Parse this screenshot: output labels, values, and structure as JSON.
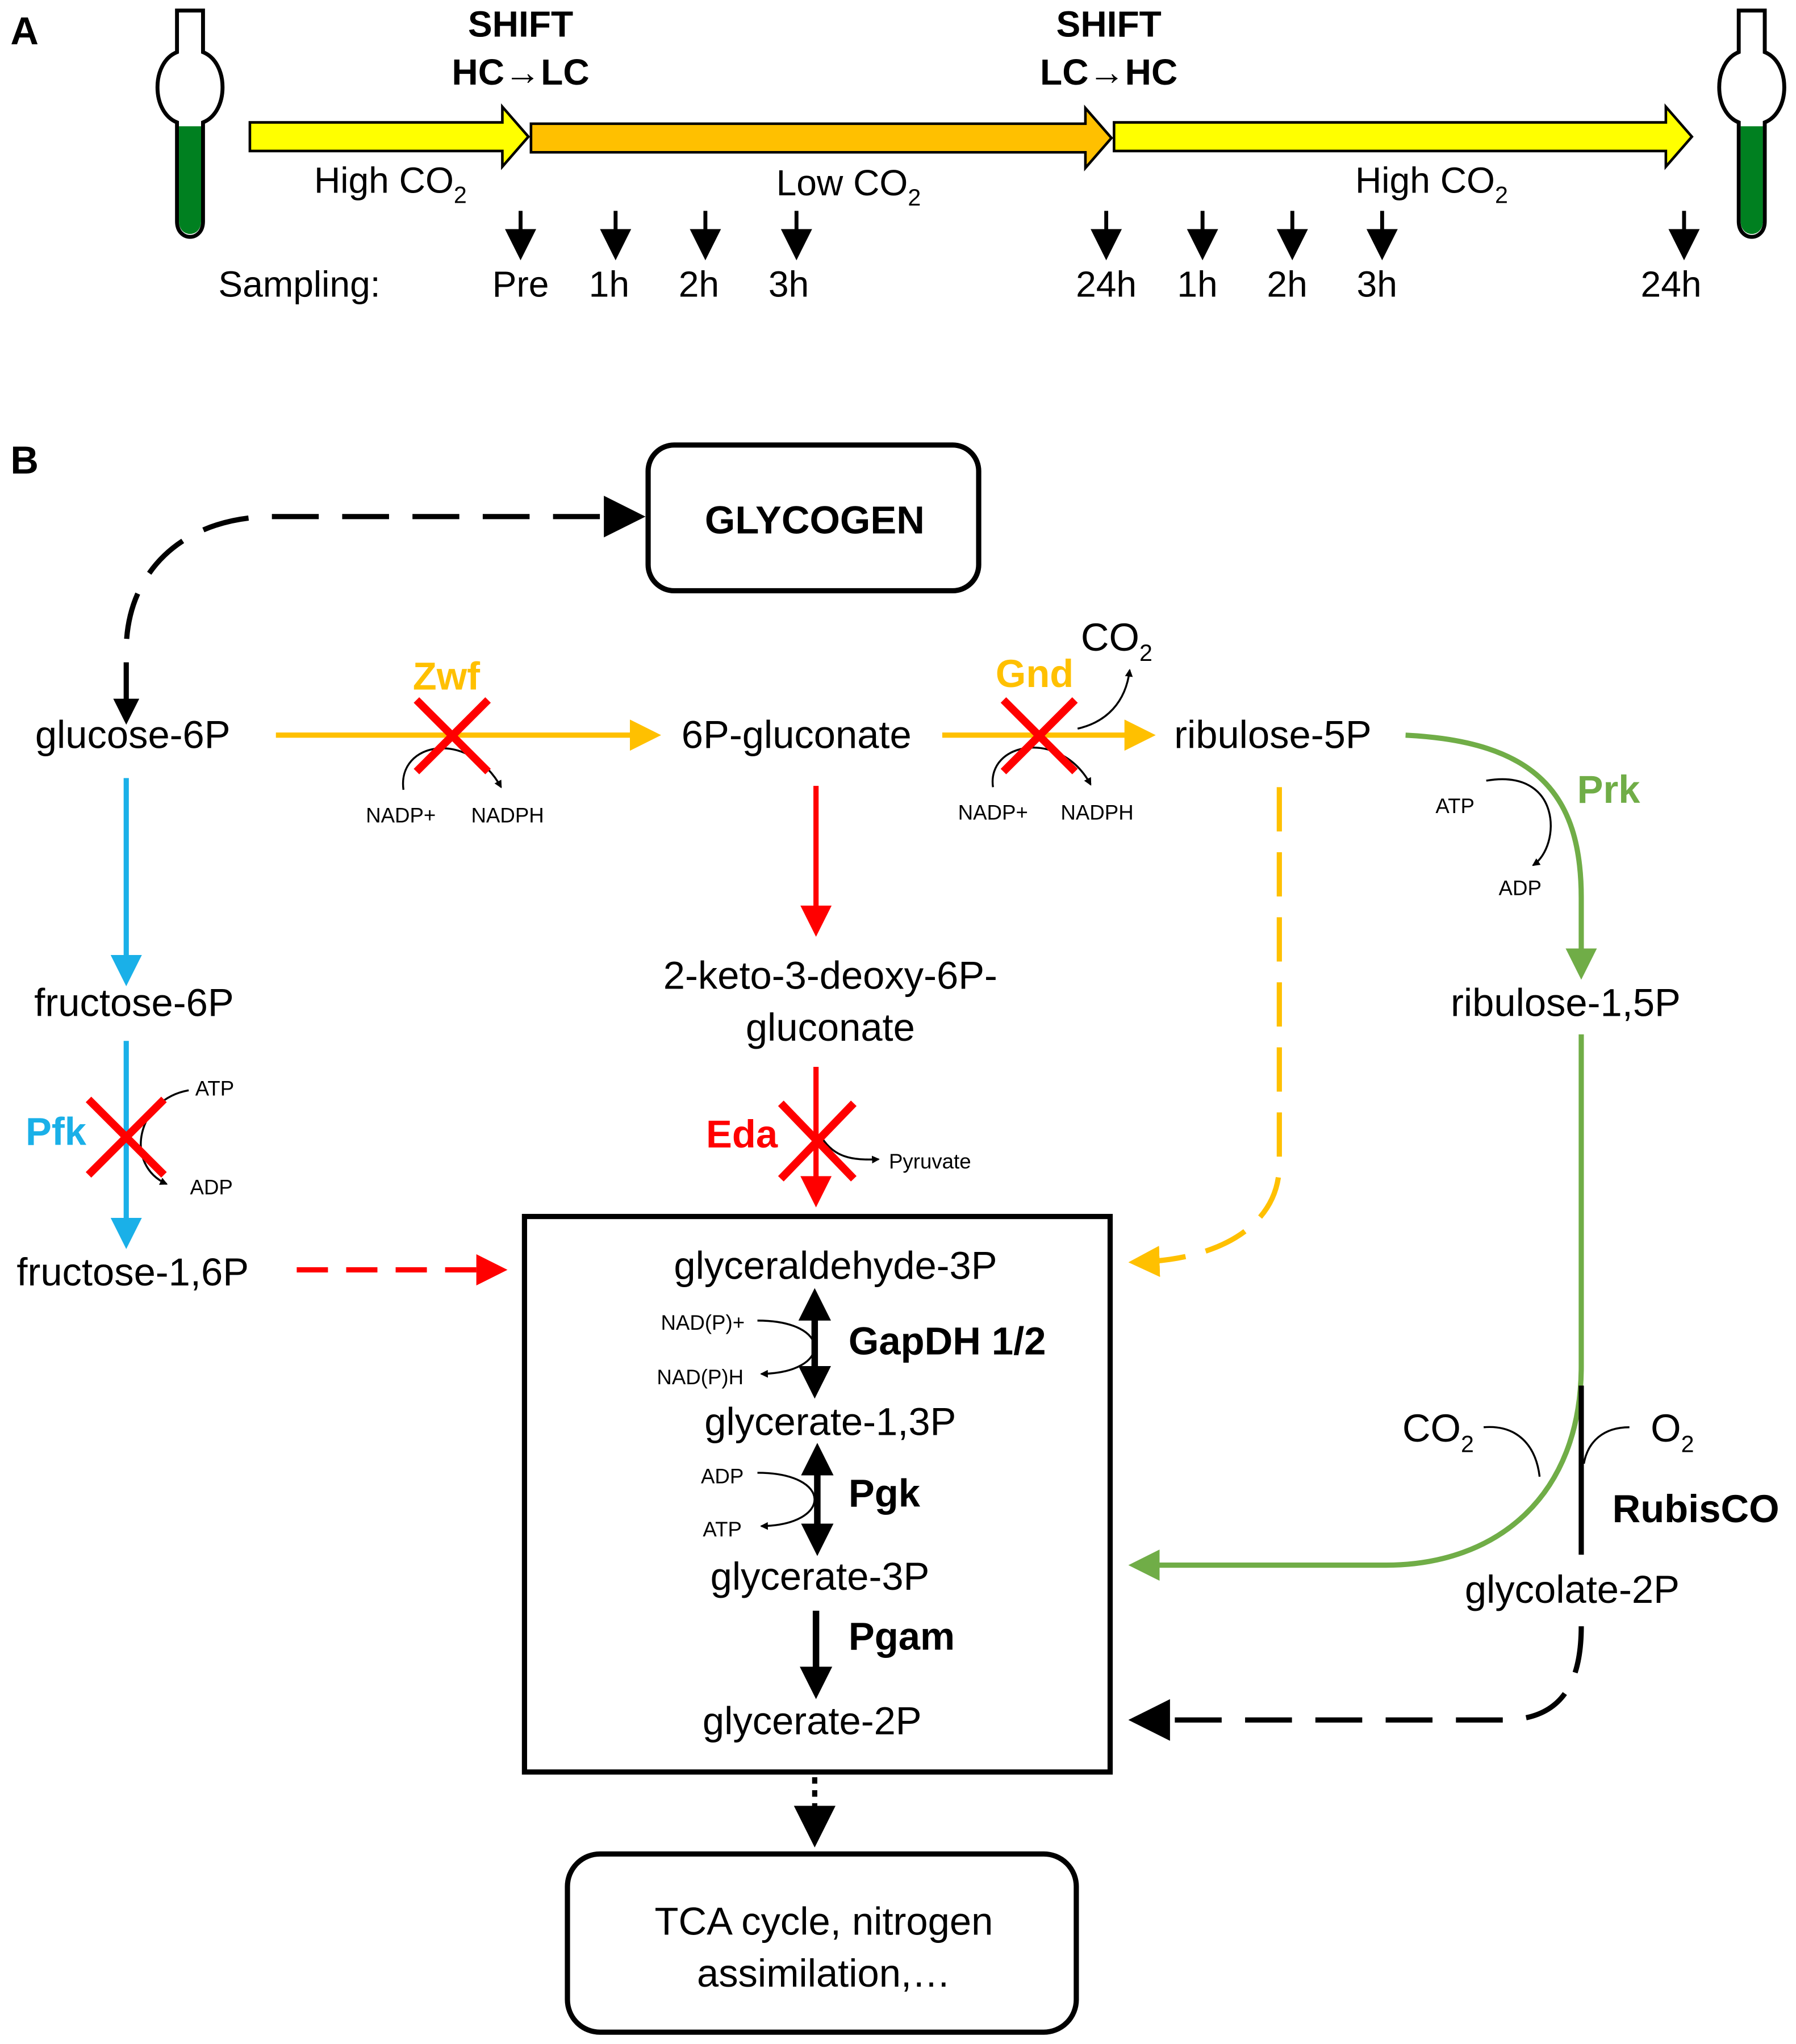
{
  "panel_a": {
    "label": "A",
    "shift1": {
      "line1": "SHIFT",
      "line2": "HC→LC"
    },
    "shift2": {
      "line1": "SHIFT",
      "line2": "LC→HC"
    },
    "phases": [
      {
        "text": "High CO",
        "sub": "2"
      },
      {
        "text": "Low CO",
        "sub": "2"
      },
      {
        "text": "High CO",
        "sub": "2"
      }
    ],
    "sampling_label": "Sampling:",
    "sampling_points": [
      "Pre",
      "1h",
      "2h",
      "3h",
      "24h",
      "1h",
      "2h",
      "3h",
      "24h"
    ],
    "colors": {
      "high_co2": "#ffff00",
      "low_co2": "#ffc000",
      "culture": "#008020"
    }
  },
  "panel_b": {
    "label": "B",
    "glycogen": "GLYCOGEN",
    "metabolites": {
      "glucose_6p": "glucose-6P",
      "gluconate_6p": "6P-gluconate",
      "ribulose_5p": "ribulose-5P",
      "fructose_6p": "fructose-6P",
      "kdpg_1": "2-keto-3-deoxy-6P-",
      "kdpg_2": "gluconate",
      "ribulose_15p": "ribulose-1,5P",
      "fructose_16p": "fructose-1,6P",
      "glyceraldehyde_3p": "glyceraldehyde-3P",
      "glycerate_13p": "glycerate-1,3P",
      "glycerate_3p": "glycerate-3P",
      "glycerate_2p": "glycerate-2P",
      "glycolate_2p": "glycolate-2P"
    },
    "enzymes": {
      "zwf": "Zwf",
      "gnd": "Gnd",
      "prk": "Prk",
      "pfk": "Pfk",
      "eda": "Eda",
      "gapdh": "GapDH 1/2",
      "pgk": "Pgk",
      "pgam": "Pgam",
      "rubisco": "RubisCO"
    },
    "cofactors": {
      "zwf_in": "NADP+",
      "zwf_out": "NADPH",
      "gnd_in": "NADP+",
      "gnd_out": "NADPH",
      "gnd_co2": {
        "text": "CO",
        "sub": "2"
      },
      "prk_in": "ATP",
      "prk_out": "ADP",
      "pfk_in": "ATP",
      "pfk_out": "ADP",
      "eda_out": "Pyruvate",
      "gapdh_in": "NAD(P)+",
      "gapdh_out": "NAD(P)H",
      "pgk_in": "ADP",
      "pgk_out": "ATP",
      "rubisco_co2": {
        "text": "CO",
        "sub": "2"
      },
      "rubisco_o2": {
        "text": "O",
        "sub": "2"
      }
    },
    "downstream": {
      "line1": "TCA cycle, nitrogen",
      "line2": "assimilation,…"
    },
    "colors": {
      "opp": "#ffc000",
      "ed": "#ff0000",
      "emp": "#1ab0e8",
      "cbb": "#70ad47",
      "knockout": "#ff0000"
    }
  }
}
